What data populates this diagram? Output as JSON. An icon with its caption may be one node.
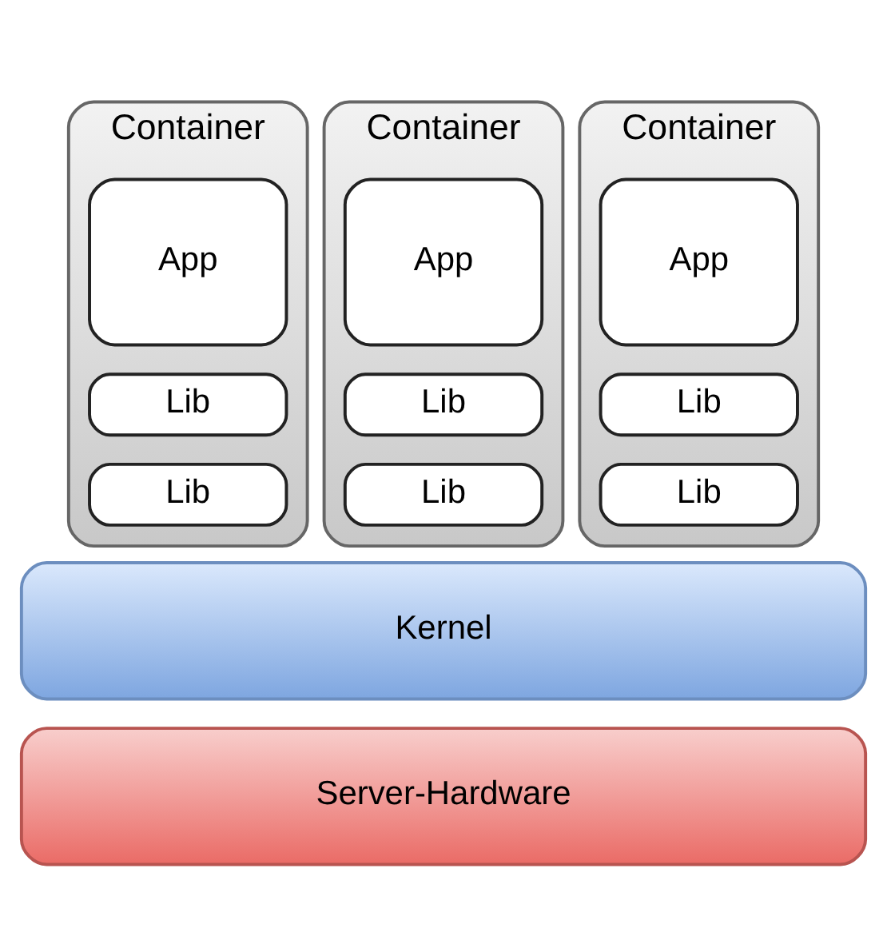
{
  "diagram": {
    "nodes": [
      {
        "text": [
          "Container"
        ]
      },
      {
        "text": [
          "App"
        ],
        "in": 0
      },
      {
        "text": [
          "Lib"
        ],
        "in": 0
      },
      {
        "text": [
          "Lib"
        ],
        "in": 0
      },
      {
        "text": [
          "Container"
        ]
      },
      {
        "text": [
          "App"
        ],
        "in": 4
      },
      {
        "text": [
          "Lib"
        ],
        "in": 4
      },
      {
        "text": [
          "Lib"
        ],
        "in": 4
      },
      {
        "text": [
          "Container"
        ]
      },
      {
        "text": [
          "App"
        ],
        "in": 8
      },
      {
        "text": [
          "Lib"
        ],
        "in": 8
      },
      {
        "text": [
          "Lib"
        ],
        "in": 8
      },
      {
        "text": [
          "Kernel"
        ]
      },
      {
        "text": [
          "Server-Hardware"
        ]
      }
    ]
  }
}
